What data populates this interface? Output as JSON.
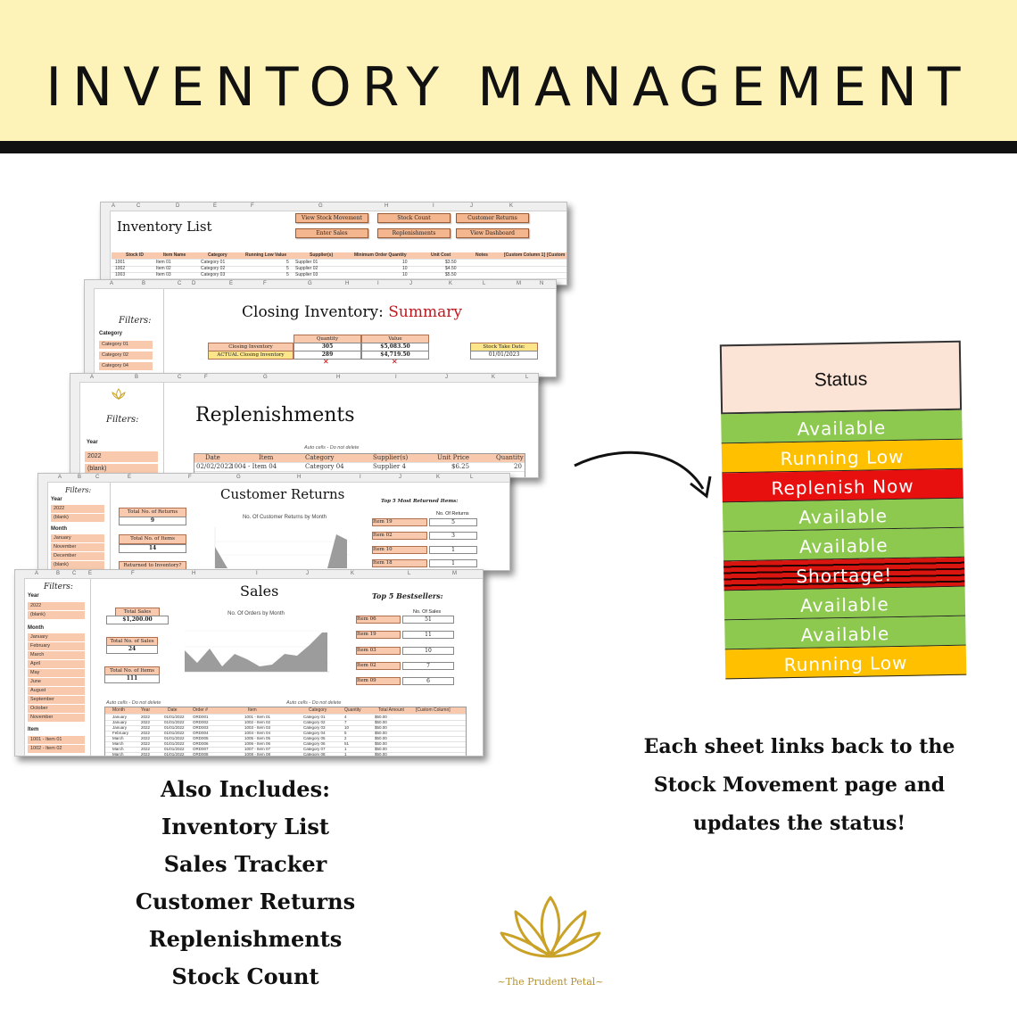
{
  "banner": {
    "title": "INVENTORY MANAGEMENT"
  },
  "sheets": {
    "inventory_list": {
      "title": "Inventory List",
      "buttons": [
        "View Stock Movement",
        "Stock Count",
        "Customer Returns",
        "Enter Sales",
        "Replenishments",
        "View Dashboard"
      ],
      "columns": [
        "Stock ID",
        "Item Name",
        "Category",
        "Running Low Value",
        "Supplier(s)",
        "Minimum Order Quantity",
        "Unit Cost",
        "Notes",
        "[Custom Column 1]",
        "[Custom"
      ],
      "rows": [
        [
          "1001",
          "Item 01",
          "Category 01",
          "5",
          "Supplier 01",
          "10",
          "$3.50"
        ],
        [
          "1002",
          "Item 02",
          "Category 02",
          "5",
          "Supplier 02",
          "10",
          "$4.50"
        ],
        [
          "1003",
          "Item 03",
          "Category 03",
          "5",
          "Supplier 03",
          "10",
          "$5.50"
        ]
      ]
    },
    "closing": {
      "title_a": "Closing Inventory: ",
      "title_b": "Summary",
      "filters": "Filters:",
      "category_label": "Category",
      "categories": [
        "Category 01",
        "Category 02",
        "Category 04"
      ],
      "headers": [
        "Quantity",
        "Value"
      ],
      "row1_label": "Closing Inventory",
      "row1_qty": "305",
      "row1_val": "$5,083.50",
      "row2_label": "ACTUAL Closing Inventory",
      "row2_qty": "289",
      "row2_val": "$4,719.50",
      "stock_take_label": "Stock Take Date:",
      "stock_take_date": "01/01/2023"
    },
    "replenishments": {
      "title": "Replenishments",
      "filters": "Filters:",
      "year_label": "Year",
      "years": [
        "2022",
        "(blank)"
      ],
      "auto_note": "Auto cells - Do not delete",
      "columns": [
        "Date",
        "Item",
        "Category",
        "Supplier(s)",
        "Unit Price",
        "Quantity"
      ],
      "row": [
        "02/02/2022",
        "1004 - Item 04",
        "Category 04",
        "Supplier 4",
        "$6.25",
        "20"
      ]
    },
    "returns": {
      "title": "Customer Returns",
      "filters": "Filters:",
      "year_label": "Year",
      "years": [
        "2022",
        "(blank)"
      ],
      "month_label": "Month",
      "months": [
        "January",
        "November",
        "December",
        "(blank)"
      ],
      "total_returns_label": "Total No. of Returns",
      "total_returns": "9",
      "items_returned_label": "Total No. of Items Returned",
      "items_returned": "14",
      "returned_inv_label": "Returned to Inventory?",
      "chart_title": "No. Of Customer Returns by Month",
      "top5_title": "Top 5 Most Returned Items:",
      "top5_header": "No. Of Returns",
      "top5": [
        {
          "item": "Item 19",
          "count": "5"
        },
        {
          "item": "Item 02",
          "count": "3"
        },
        {
          "item": "Item 10",
          "count": "1"
        },
        {
          "item": "Item 18",
          "count": "1"
        }
      ]
    },
    "sales": {
      "title": "Sales",
      "filters": "Filters:",
      "year_label": "Year",
      "years": [
        "2022",
        "(blank)"
      ],
      "month_label": "Month",
      "months": [
        "January",
        "February",
        "March",
        "April",
        "May",
        "June",
        "August",
        "September",
        "October",
        "November"
      ],
      "item_label": "Item",
      "items": [
        "1001 - Item 01",
        "1002 - Item 02"
      ],
      "total_sales_label": "Total Sales",
      "total_sales": "$1,200.00",
      "total_orders_label": "Total No. of Sales",
      "total_orders": "24",
      "items_sold_label": "Total No. of Items Sold",
      "items_sold": "111",
      "chart_title": "No. Of Orders by Month",
      "top5_title": "Top 5 Bestsellers:",
      "top5_header": "No. Of Sales",
      "top5": [
        {
          "item": "Item 06",
          "count": "51"
        },
        {
          "item": "Item 19",
          "count": "11"
        },
        {
          "item": "Item 03",
          "count": "10"
        },
        {
          "item": "Item 02",
          "count": "7"
        },
        {
          "item": "Item 09",
          "count": "6"
        }
      ],
      "auto_note": "Auto cells - Do not delete",
      "auto_note2": "Auto cells - Do not delete",
      "columns": [
        "Month",
        "Year",
        "Date",
        "Order #",
        "Item",
        "Category",
        "Quantity",
        "Total Amount",
        "[Custom Column]"
      ],
      "rows": [
        [
          "January",
          "2022",
          "01/01/2022",
          "ORD001",
          "1001 - Item 01",
          "Category 01",
          "4",
          "$50.00"
        ],
        [
          "January",
          "2022",
          "01/01/2022",
          "ORD002",
          "1002 - Item 02",
          "Category 02",
          "7",
          "$50.00"
        ],
        [
          "January",
          "2022",
          "01/01/2022",
          "ORD003",
          "1003 - Item 03",
          "Category 03",
          "10",
          "$50.00"
        ],
        [
          "February",
          "2022",
          "01/01/2022",
          "ORD004",
          "1004 - Item 04",
          "Category 04",
          "5",
          "$50.00"
        ],
        [
          "March",
          "2022",
          "01/01/2022",
          "ORD005",
          "1005 - Item 05",
          "Category 05",
          "2",
          "$50.00"
        ],
        [
          "March",
          "2022",
          "01/01/2022",
          "ORD006",
          "1006 - Item 06",
          "Category 06",
          "51",
          "$50.00"
        ],
        [
          "March",
          "2022",
          "01/01/2022",
          "ORD007",
          "1007 - Item 07",
          "Category 07",
          "1",
          "$50.00"
        ],
        [
          "March",
          "2022",
          "01/01/2022",
          "ORD008",
          "1008 - Item 08",
          "Category 08",
          "1",
          "$50.00"
        ]
      ]
    }
  },
  "status_panel": {
    "header": "Status",
    "colors": {
      "available": "#8dc94f",
      "running_low": "#ffc000",
      "replenish": "#e8100f",
      "shortage": "#d9150f"
    },
    "rows": [
      {
        "text": "Available",
        "kind": "available"
      },
      {
        "text": "Running Low",
        "kind": "running_low"
      },
      {
        "text": "Replenish Now",
        "kind": "replenish"
      },
      {
        "text": "Available",
        "kind": "available"
      },
      {
        "text": "Available",
        "kind": "available"
      },
      {
        "text": "Shortage!",
        "kind": "shortage"
      },
      {
        "text": "Available",
        "kind": "available"
      },
      {
        "text": "Available",
        "kind": "available"
      },
      {
        "text": "Running Low",
        "kind": "running_low"
      }
    ]
  },
  "links_caption": [
    "Each sheet links back to the",
    "Stock Movement page and",
    "updates the status!"
  ],
  "includes": {
    "heading": "Also Includes:",
    "items": [
      "Inventory List",
      "Sales Tracker",
      "Customer Returns",
      "Replenishments",
      "Stock Count"
    ]
  },
  "logo": {
    "text": "~The Prudent Petal~",
    "color": "#c9a227"
  }
}
